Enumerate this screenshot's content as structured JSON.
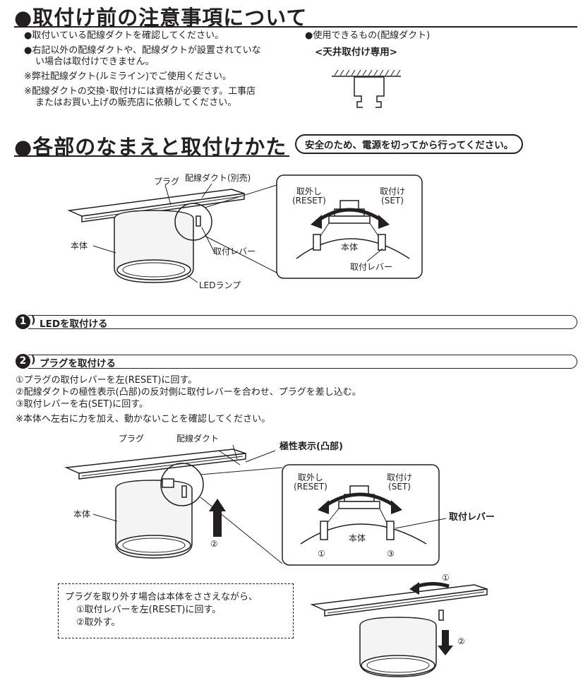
{
  "precautions": {
    "heading": "●取付け前の注意事項について",
    "bullets": [
      "●取付いている配線ダクトを確認してください。",
      "●右記以外の配線ダクトや、配線ダクトが設置されていな",
      "い場合は取付けできません。",
      "※弊社配線ダクト(ルミライン)でご使用ください。",
      "※配線ダクトの交換･取付けには資格が必要です。工事店",
      "またはお買い上げの販売店に依頼してください。"
    ],
    "usable_label": "●使用できるもの(配線ダクト)",
    "ceiling_only": "<天井取付け専用>"
  },
  "parts": {
    "heading": "●各部のなまえと取付けかた",
    "safety_note": "安全のため、電源を切ってから行ってください。",
    "labels": {
      "plug": "プラグ",
      "duct": "配線ダクト(別売)",
      "body": "本体",
      "lever": "取付レバー",
      "led": "LEDランプ",
      "remove_jp": "取外し",
      "remove_en": "(RESET)",
      "attach_jp": "取付け",
      "attach_en": "(SET)",
      "zoom_body": "本体",
      "zoom_lever": "取付レバー"
    }
  },
  "step1": {
    "num": "1",
    "title": "LEDを取付ける"
  },
  "step2": {
    "num": "2",
    "title": "プラグを取付ける",
    "instructions": [
      "①プラグの取付レバーを左(RESET)に回す。",
      "②配線ダクトの極性表示(凸部)の反対側に取付レバーを合わせ、プラグを差し込む。",
      "③取付レバーを右(SET)に回す。",
      "※本体へ左右に力を加え、動かないことを確認してください。"
    ],
    "labels": {
      "plug": "プラグ",
      "duct": "配線ダクト",
      "polarity": "極性表示(凸部)",
      "body": "本体",
      "arrow_num": "②",
      "remove_jp": "取外し",
      "remove_en": "(RESET)",
      "attach_jp": "取付け",
      "attach_en": "(SET)",
      "zoom_body": "本体",
      "lever": "取付レバー",
      "circ1": "①",
      "circ3": "③"
    },
    "removal": {
      "lines": [
        "プラグを取り外す場合は本体をささえながら、",
        "①取付レバーを左(RESET)に回す。",
        "②取外す。"
      ],
      "arrow1": "①",
      "arrow2": "②"
    }
  }
}
